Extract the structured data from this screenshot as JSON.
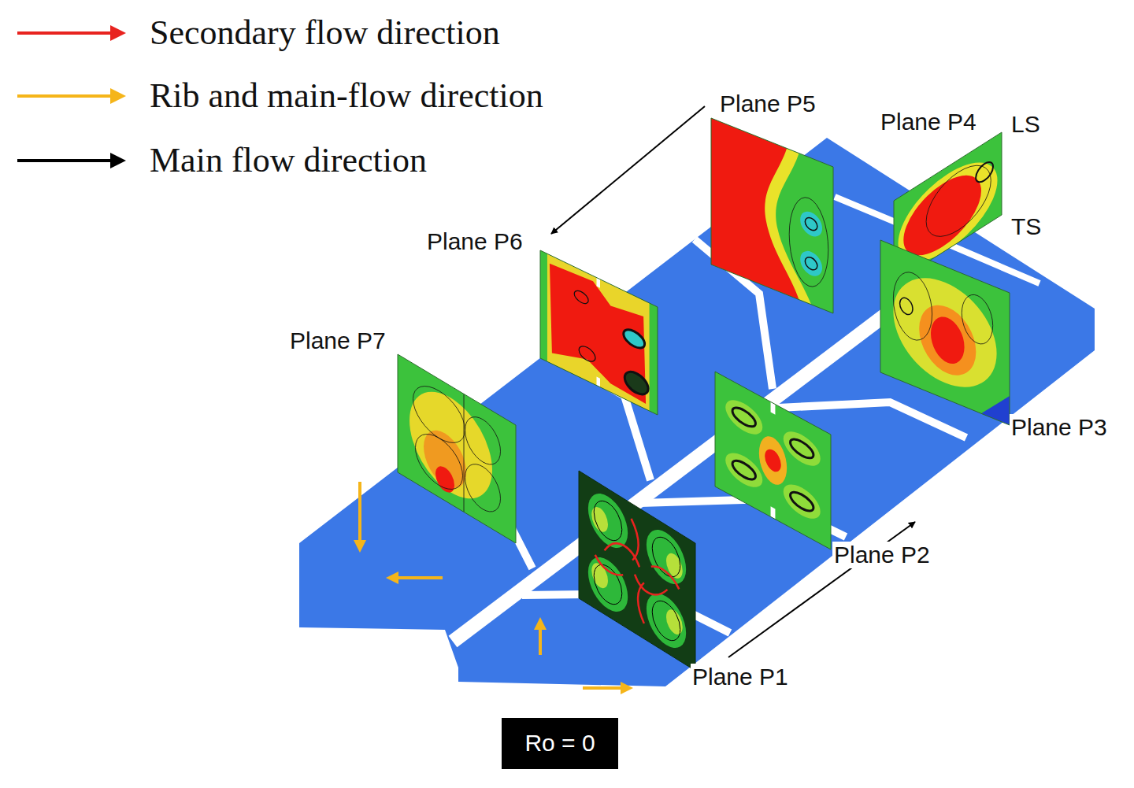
{
  "diagram": {
    "nodes": [
      {
        "text": [
          "Ro = 0"
        ]
      }
    ],
    "labels": [
      "Plane P5",
      "Plane P4",
      "LS",
      "TS",
      "Plane P6",
      "Plane P7",
      "Plane P3",
      "Plane P2",
      "Plane P1"
    ],
    "legend": [
      {
        "text": "Secondary flow direction"
      },
      {
        "text": "Rib and main-flow direction"
      },
      {
        "text": "Main flow direction"
      }
    ]
  }
}
